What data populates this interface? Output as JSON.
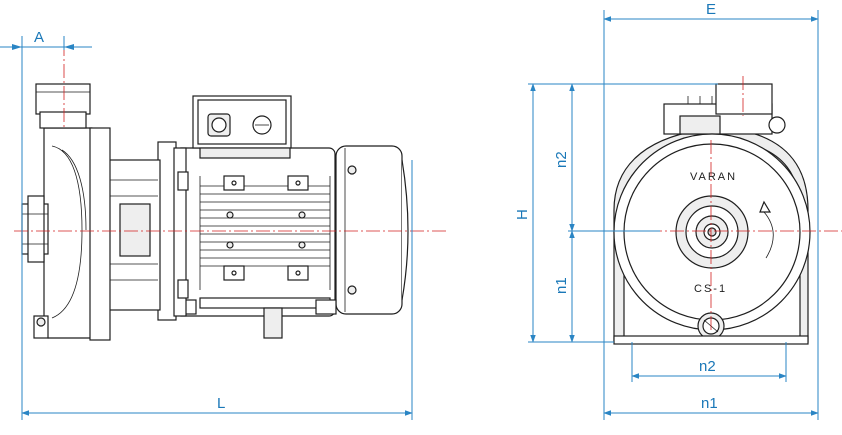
{
  "drawing": {
    "side_view": {
      "dimensions": {
        "A": "A",
        "L": "L"
      }
    },
    "front_view": {
      "dimensions": {
        "E": "E",
        "H": "H",
        "n2_vertical": "n2",
        "n1_vertical": "n1",
        "n2_horizontal": "n2",
        "n1_horizontal": "n1"
      },
      "engraving": {
        "brand": "VARAN",
        "model": "CS-1"
      }
    },
    "colors": {
      "dimension_lines": "#2a85c4",
      "center_lines": "#d32020",
      "outline": "#1e1e1e"
    }
  }
}
